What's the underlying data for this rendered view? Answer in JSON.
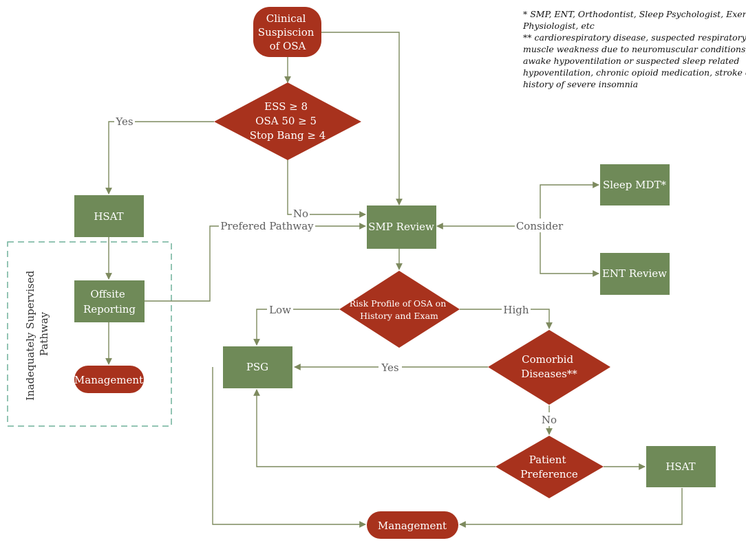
{
  "colors": {
    "red": "#a8321d",
    "green": "#6f8a58",
    "line": "#7d8a5e",
    "dashed_border": "#6fb09a"
  },
  "nodes": {
    "clinical_suspicion": [
      "Clinical",
      "Suspiscion",
      "of OSA"
    ],
    "screening": [
      "ESS ≥ 8",
      "OSA 50 ≥ 5",
      "Stop Bang ≥ 4"
    ],
    "hsat_left": "HSAT",
    "offsite_reporting": [
      "Offsite",
      "Reporting"
    ],
    "management_left": "Management",
    "smp_review": "SMP Review",
    "sleep_mdt": "Sleep MDT*",
    "ent_review": "ENT Review",
    "risk_profile": [
      "Risk Profile of OSA on",
      "History and Exam"
    ],
    "psg": "PSG",
    "comorbid": [
      "Comorbid",
      "Diseases**"
    ],
    "patient_preference": [
      "Patient",
      "Preference"
    ],
    "hsat_right": "HSAT",
    "management_bottom": "Management"
  },
  "edge_labels": {
    "yes_top": "Yes",
    "no_top": "No",
    "prefered_pathway": "Prefered Pathway",
    "consider": "Consider",
    "low": "Low",
    "high": "High",
    "yes_mid": "Yes",
    "no_mid": "No"
  },
  "group_label": [
    "Inadequately Supervised",
    "Pathway"
  ],
  "notes": [
    "* SMP, ENT, Orthodontist, Sleep Psychologist, Exercise",
    "Physiologist, etc",
    "** cardiorespiratory disease, suspected respiratory",
    "muscle weakness due to neuromuscular conditions,",
    "awake hypoventilation or suspected sleep related",
    "hypoventilation, chronic opioid medication, stroke or",
    "history of severe insomnia"
  ]
}
